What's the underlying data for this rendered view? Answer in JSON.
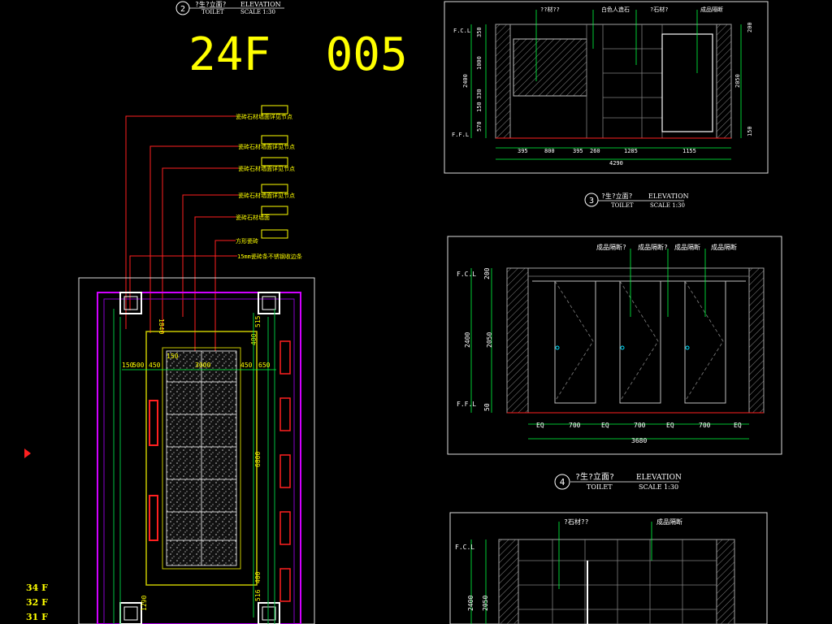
{
  "colors": {
    "bg": "#000000",
    "yellow": "#ffff00",
    "red": "#ff2020",
    "green": "#00ff40",
    "magenta": "#d000ff",
    "white": "#ffffff",
    "grey": "#a0a0a0",
    "cyan": "#00e0ff"
  },
  "main_title": "24F  005",
  "plan": {
    "header_num": "2",
    "header_cn": "?生?立面?",
    "header_en": "ELEVATION",
    "header_sub1": "TOILET",
    "header_sub2": "SCALE 1:30",
    "legend_items": [
      "瓷砖石材墙面详见节点",
      "瓷砖石材墙面详见节点",
      "瓷砖石材墙面详见节点",
      "瓷砖石材墙面详见节点",
      "瓷砖石材墙面",
      "方形瓷砖",
      "15mm瓷砖条不锈钢收边条"
    ],
    "dims": {
      "d150": "150",
      "d500": "500",
      "d450a": "450",
      "d150b": "150",
      "d3000": "3000",
      "d450b": "450",
      "d650": "650",
      "d1840": "1840",
      "d400a": "400",
      "d515a": "515",
      "d6800": "6800",
      "d1290": "1290",
      "d400b": "400",
      "d516b": "516"
    },
    "floors": [
      "34 F",
      "32 F",
      "31 F"
    ]
  },
  "elev2": {
    "notes": [
      "??材??",
      "白色人造石",
      "?石材?",
      "成品隔断"
    ],
    "left_labels": [
      "F.C.L",
      "F.F.L"
    ],
    "vdims_left": [
      "350",
      "1000",
      "330",
      "150",
      "570"
    ],
    "vdim_total": "2400",
    "vdims_right": [
      "200",
      "2050",
      "150"
    ],
    "hdims": [
      "395",
      "800",
      "395",
      "260",
      "1285",
      "1155"
    ],
    "htotal": "4290",
    "label_num": "3",
    "label_cn": "?生?立面?",
    "label_en": "ELEVATION",
    "label_sub1": "TOILET",
    "label_sub2": "SCALE 1:30"
  },
  "elev3": {
    "notes": [
      "成品隔断?",
      "成品隔断?",
      "成品隔断",
      "成品隔断"
    ],
    "left_labels": [
      "F.C.L",
      "F.F.L"
    ],
    "vdims": [
      "200",
      "2050",
      "50"
    ],
    "vdim_total": "2400",
    "hdims": [
      "EQ",
      "700",
      "EQ",
      "700",
      "EQ",
      "700",
      "EQ"
    ],
    "htotal": "3680",
    "label_num": "4",
    "label_cn": "?生?立面?",
    "label_en": "ELEVATION",
    "label_sub1": "TOILET",
    "label_sub2": "SCALE 1:30"
  },
  "elev4": {
    "notes": [
      "?石材??",
      "成品隔断"
    ],
    "left_labels": [
      "F.C.L"
    ],
    "vdims": [
      "2050"
    ],
    "vdim_total": "2400"
  }
}
